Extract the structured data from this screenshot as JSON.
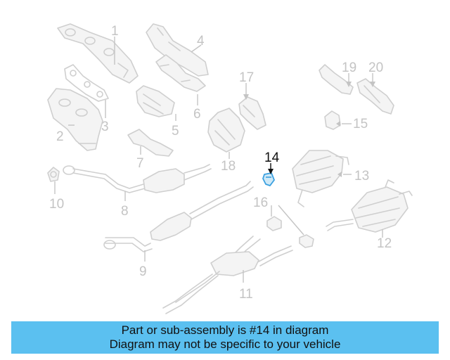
{
  "diagram": {
    "highlighted_part": "14",
    "labels": [
      "1",
      "2",
      "3",
      "4",
      "5",
      "6",
      "7",
      "8",
      "9",
      "10",
      "11",
      "12",
      "13",
      "14",
      "15",
      "16",
      "17",
      "18",
      "19",
      "20"
    ]
  },
  "banner": {
    "line1": "Part or sub-assembly is #14 in diagram",
    "line2": "Diagram may not be specific to your vehicle"
  },
  "colors": {
    "banner_bg": "#5bc0f0",
    "part_stroke": "#cfcfcf",
    "label_gray": "#c4c4c4",
    "highlight": "#111111",
    "highlight_part": "#3aa0e0"
  }
}
